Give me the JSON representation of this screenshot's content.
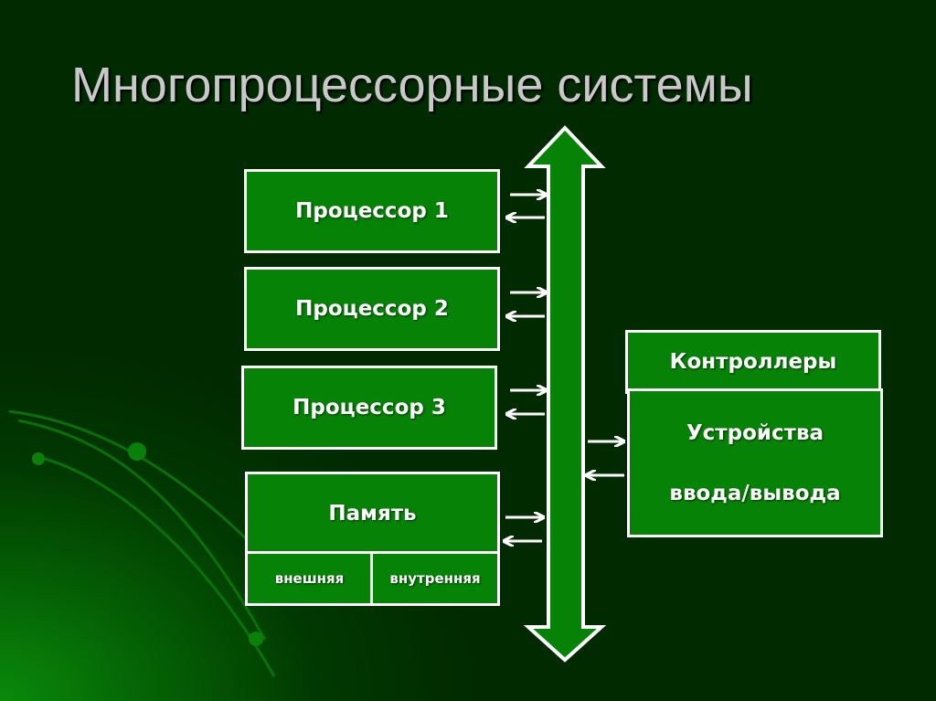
{
  "slide": {
    "title": "Многопроцессорные системы"
  },
  "diagram": {
    "processors": [
      {
        "label": "Процессор 1"
      },
      {
        "label": "Процессор 2"
      },
      {
        "label": "Процессор 3"
      }
    ],
    "memory": {
      "label": "Память",
      "parts": [
        {
          "label": "внешняя"
        },
        {
          "label": "внутренняя"
        }
      ]
    },
    "controllers": {
      "label": "Контроллеры"
    },
    "io_devices": {
      "line1": "Устройства",
      "line2": "ввода/вывода"
    },
    "bus": {
      "direction": "bidirectional-vertical"
    },
    "colors": {
      "box_fill": "#068206",
      "box_border": "#ffffff",
      "background_dark": "#012a01",
      "background_glow": "#0a8a0a",
      "title_text": "#c8c8c8"
    }
  }
}
